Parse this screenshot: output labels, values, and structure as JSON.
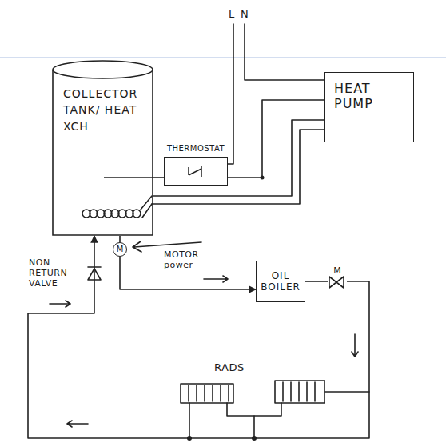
{
  "diagram": {
    "nodes": [
      {
        "text": [
          "HEAT PUMP"
        ]
      },
      {
        "text": [
          "COLLECTOR TANK/ HEAT XCH"
        ]
      },
      {
        "text": [
          "THERMOSTAT"
        ]
      },
      {
        "text": [
          "M"
        ]
      },
      {
        "text": [
          "OIL BOILER"
        ]
      },
      {
        "text": [
          "M"
        ]
      }
    ],
    "edges": [
      {
        "from": 0,
        "to": 1,
        "arrow": "none"
      },
      {
        "from": 2,
        "to": 0,
        "arrow": "none"
      },
      {
        "from": 2,
        "to": 1,
        "arrow": "none"
      },
      {
        "from": 1,
        "to": 3,
        "arrow": "none"
      },
      {
        "from": 3,
        "to": 4,
        "arrow": "to"
      },
      {
        "from": 4,
        "to": 5,
        "arrow": "none"
      },
      {
        "from": 5,
        "to": 1,
        "arrow": "to"
      }
    ],
    "labels": [
      "L",
      "N",
      "MOTOR power",
      "NON RETURN VALVE",
      "RADS"
    ]
  }
}
